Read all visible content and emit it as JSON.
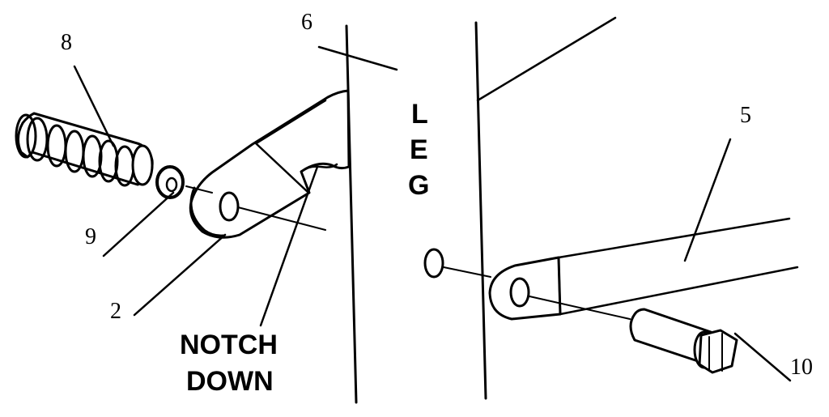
{
  "callouts": {
    "c8": "8",
    "c9": "9",
    "c2": "2",
    "c6": "6",
    "c5": "5",
    "c10": "10"
  },
  "leg_label": [
    "L",
    "E",
    "G"
  ],
  "notch_label": [
    "NOTCH",
    "DOWN"
  ]
}
